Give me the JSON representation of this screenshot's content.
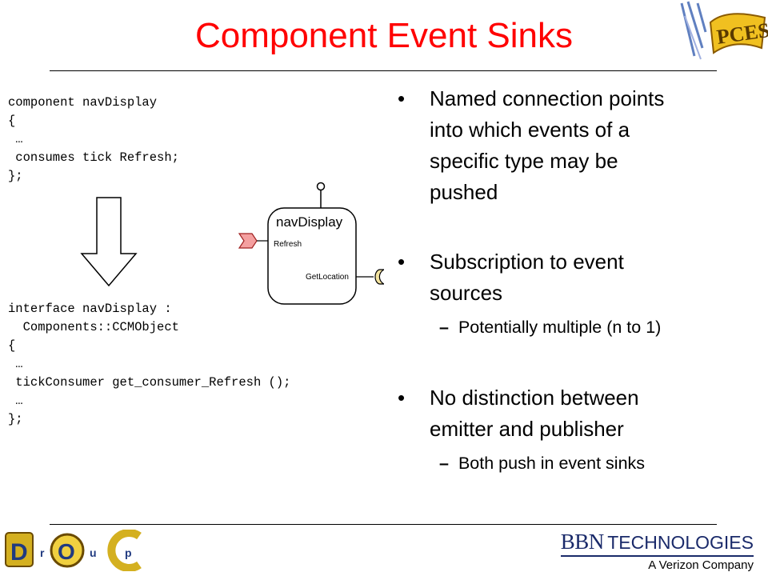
{
  "slide": {
    "title": "Component Event Sinks"
  },
  "code_top": {
    "lines": [
      "component navDisplay",
      "{",
      " …",
      " consumes tick Refresh;",
      "};"
    ]
  },
  "code_bottom": {
    "lines": [
      "interface navDisplay :",
      "  Components::CCMObject",
      "{",
      " …",
      " tickConsumer get_consumer_Refresh ();",
      " …",
      "};"
    ]
  },
  "diagram": {
    "component_name": "navDisplay",
    "sink_label": "Refresh",
    "receptacle_label": "GetLocation"
  },
  "bullets": [
    {
      "text_lines": [
        "Named connection points",
        "into which events of a",
        "specific type may be",
        "pushed"
      ],
      "sub": []
    },
    {
      "text_lines": [
        "Subscription to event",
        "sources"
      ],
      "sub": [
        "Potentially multiple (n to 1)"
      ]
    },
    {
      "text_lines": [
        "No distinction between",
        "emitter and publisher"
      ],
      "sub": [
        "Both push in event sinks"
      ]
    }
  ],
  "bullet_symbol": "•",
  "sub_symbol": "–",
  "logos": {
    "pces_text": "PCES",
    "doc_text": [
      "D",
      "r",
      "O",
      "u",
      "C",
      "p"
    ],
    "bbn_word": "BBN",
    "bbn_tech": "TECHNOLOGIES",
    "verizon": "A Verizon Company"
  },
  "colors": {
    "title": "#ff0000",
    "sink_port": "#f4a0a0",
    "receptacle_port": "#f4e4a0",
    "bbn_blue": "#1a2a6a"
  }
}
